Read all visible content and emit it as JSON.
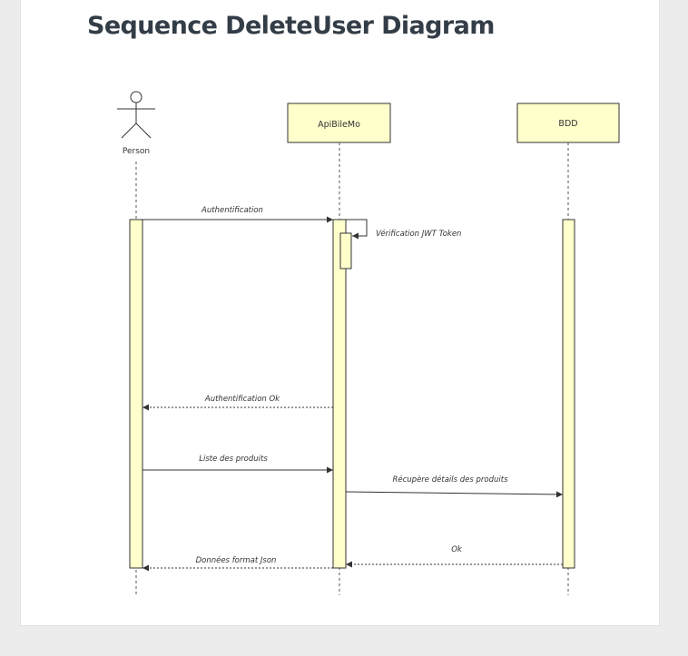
{
  "page": {
    "title": "Sequence DeleteUser Diagram"
  },
  "colors": {
    "box_fill": "#ffffcc",
    "box_stroke": "#333333",
    "line": "#333333",
    "title": "#333d47",
    "page_bg": "#ececec"
  },
  "participants": [
    {
      "id": "person",
      "label": "Person",
      "kind": "actor"
    },
    {
      "id": "api",
      "label": "ApiBileMo",
      "kind": "box"
    },
    {
      "id": "bdd",
      "label": "BDD",
      "kind": "box"
    }
  ],
  "messages": [
    {
      "id": "m1",
      "label": "Authentification",
      "from": "person",
      "to": "api",
      "style": "sync"
    },
    {
      "id": "m2",
      "label": "Vérification JWT Token",
      "from": "api",
      "to": "api",
      "style": "self"
    },
    {
      "id": "m3",
      "label": "Authentification Ok",
      "from": "api",
      "to": "person",
      "style": "return"
    },
    {
      "id": "m4",
      "label": "Liste des produits",
      "from": "person",
      "to": "api",
      "style": "sync"
    },
    {
      "id": "m5",
      "label": "Récupère détails  des produits",
      "from": "api",
      "to": "bdd",
      "style": "sync"
    },
    {
      "id": "m6",
      "label": "Ok",
      "from": "bdd",
      "to": "api",
      "style": "return"
    },
    {
      "id": "m7",
      "label": "Données format Json",
      "from": "api",
      "to": "person",
      "style": "return"
    }
  ]
}
